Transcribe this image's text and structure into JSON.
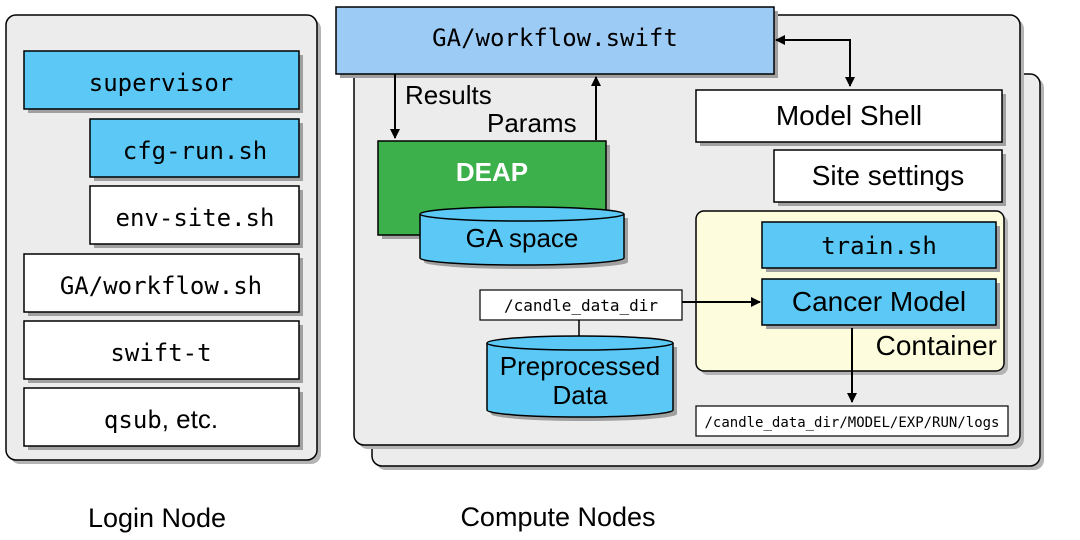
{
  "login": {
    "caption": "Login Node",
    "supervisor": "supervisor",
    "cfg_run": "cfg-run.sh",
    "env_site": "env-site.sh",
    "workflow_sh": "GA/workflow.sh",
    "swift_t": "swift-t",
    "qsub_cmd": "qsub",
    "qsub_rest": ", etc."
  },
  "compute": {
    "caption": "Compute Nodes",
    "workflow_swift": "GA/workflow.swift",
    "results": "Results",
    "params": "Params",
    "deap": "DEAP",
    "ga_space": "GA space",
    "model_shell": "Model Shell",
    "site_settings": "Site settings",
    "train_sh": "train.sh",
    "cancer_model": "Cancer Model",
    "container": "Container",
    "data_dir": "/candle_data_dir",
    "preprocessed_line1": "Preprocessed",
    "preprocessed_line2": "Data",
    "logs_path": "/candle_data_dir/MODEL/EXP/RUN/logs"
  },
  "colors": {
    "cyan": "#5bc8f5",
    "light_blue": "#9ccbf5",
    "green": "#3cb04a",
    "panel": "#ececec",
    "container": "#fdfcdc",
    "shadow": "#b4b4b4"
  }
}
